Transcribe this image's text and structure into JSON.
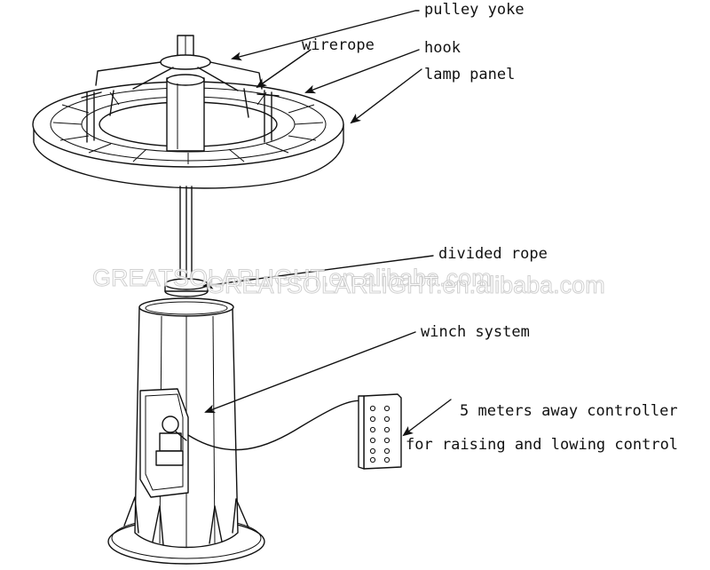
{
  "labels": {
    "pulley_yoke": "pulley yoke",
    "wirerope": "wirerope",
    "hook": "hook",
    "lamp_panel": "lamp panel",
    "divided_rope": "divided rope",
    "winch_system": "winch system",
    "controller_line1": "5 meters away controller",
    "controller_line2": "for raising and lowing control"
  },
  "watermarks": {
    "wm1": "GREATSOLARLIGHT.en.alibaba.com",
    "wm2": "GREATSOLARLIGHT.en.alibaba.com"
  }
}
